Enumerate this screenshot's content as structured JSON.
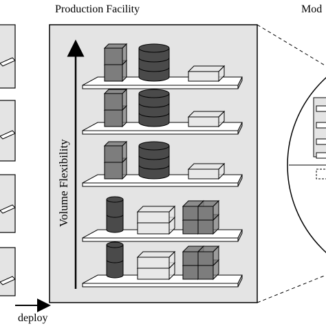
{
  "panel_title": "Production Facility",
  "right_title_partial": "Mod",
  "axis_label": "Volume  Flexibility",
  "deploy_label": "deploy",
  "shelves": [
    {
      "modules": [
        "stacked-box",
        "tall-cylinder",
        "flat-box"
      ]
    },
    {
      "modules": [
        "stacked-box",
        "tall-cylinder",
        "flat-box"
      ]
    },
    {
      "modules": [
        "stacked-box",
        "tall-cylinder",
        "flat-box"
      ]
    },
    {
      "modules": [
        "slim-cylinder",
        "double-flat-box",
        "cube-grid"
      ]
    },
    {
      "modules": [
        "slim-cylinder",
        "double-flat-box",
        "cube-grid"
      ]
    }
  ],
  "colors": {
    "panel_fill": "#e4e4e4",
    "shelf_fill": "#ffffff",
    "dark_gray": "#4a4a4a",
    "mid_gray": "#7d7d7d",
    "light_gray": "#e8e8e8"
  }
}
